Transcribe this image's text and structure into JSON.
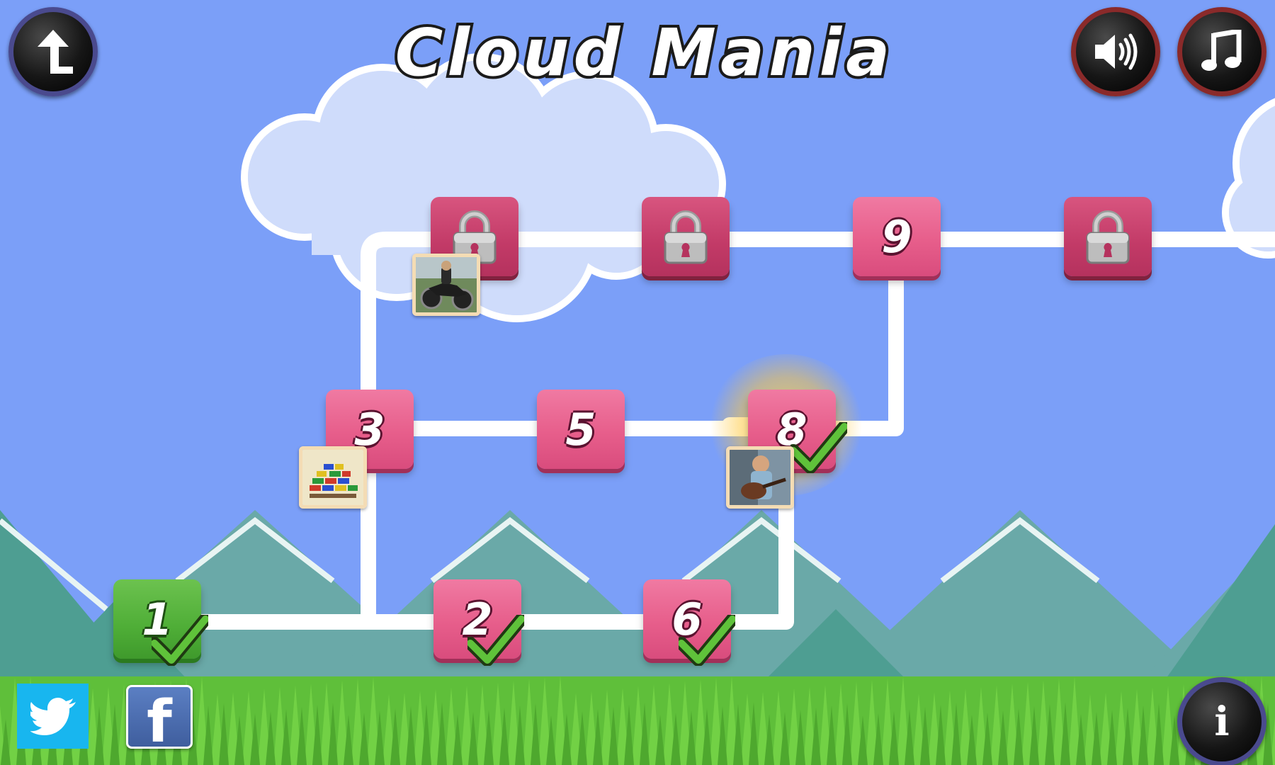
{
  "game_title": "Cloud Mania",
  "controls": {
    "back": {
      "icon": "back-arrow-icon"
    },
    "sound": {
      "icon": "speaker-icon"
    },
    "music": {
      "icon": "music-note-icon"
    },
    "info": {
      "label": "i",
      "icon": "info-icon"
    }
  },
  "levels": [
    {
      "label": "1",
      "state": "completed",
      "color": "#4fae37"
    },
    {
      "label": "2",
      "state": "completed",
      "color": "#e75e8b"
    },
    {
      "label": "3",
      "state": "unlocked",
      "color": "#e75e8b"
    },
    {
      "label": "",
      "state": "locked",
      "color": "#c23a67"
    },
    {
      "label": "5",
      "state": "unlocked",
      "color": "#e75e8b"
    },
    {
      "label": "6",
      "state": "completed",
      "color": "#e75e8b"
    },
    {
      "label": "",
      "state": "locked",
      "color": "#c23a67"
    },
    {
      "label": "8",
      "state": "completed",
      "highlighted": true,
      "color": "#e75e8b"
    },
    {
      "label": "9",
      "state": "unlocked",
      "color": "#e75e8b"
    },
    {
      "label": "",
      "state": "locked",
      "color": "#c23a67"
    }
  ],
  "social": {
    "twitter": {
      "icon": "twitter-bird-icon",
      "color": "#18b6ef"
    },
    "facebook": {
      "label": "f",
      "icon": "facebook-icon",
      "color": "#3f5e9e"
    }
  },
  "colors": {
    "sky": "#7b9ff8",
    "grass": "#5fbf3a",
    "mountain": "#4e9e92",
    "path": "#ffffff"
  }
}
